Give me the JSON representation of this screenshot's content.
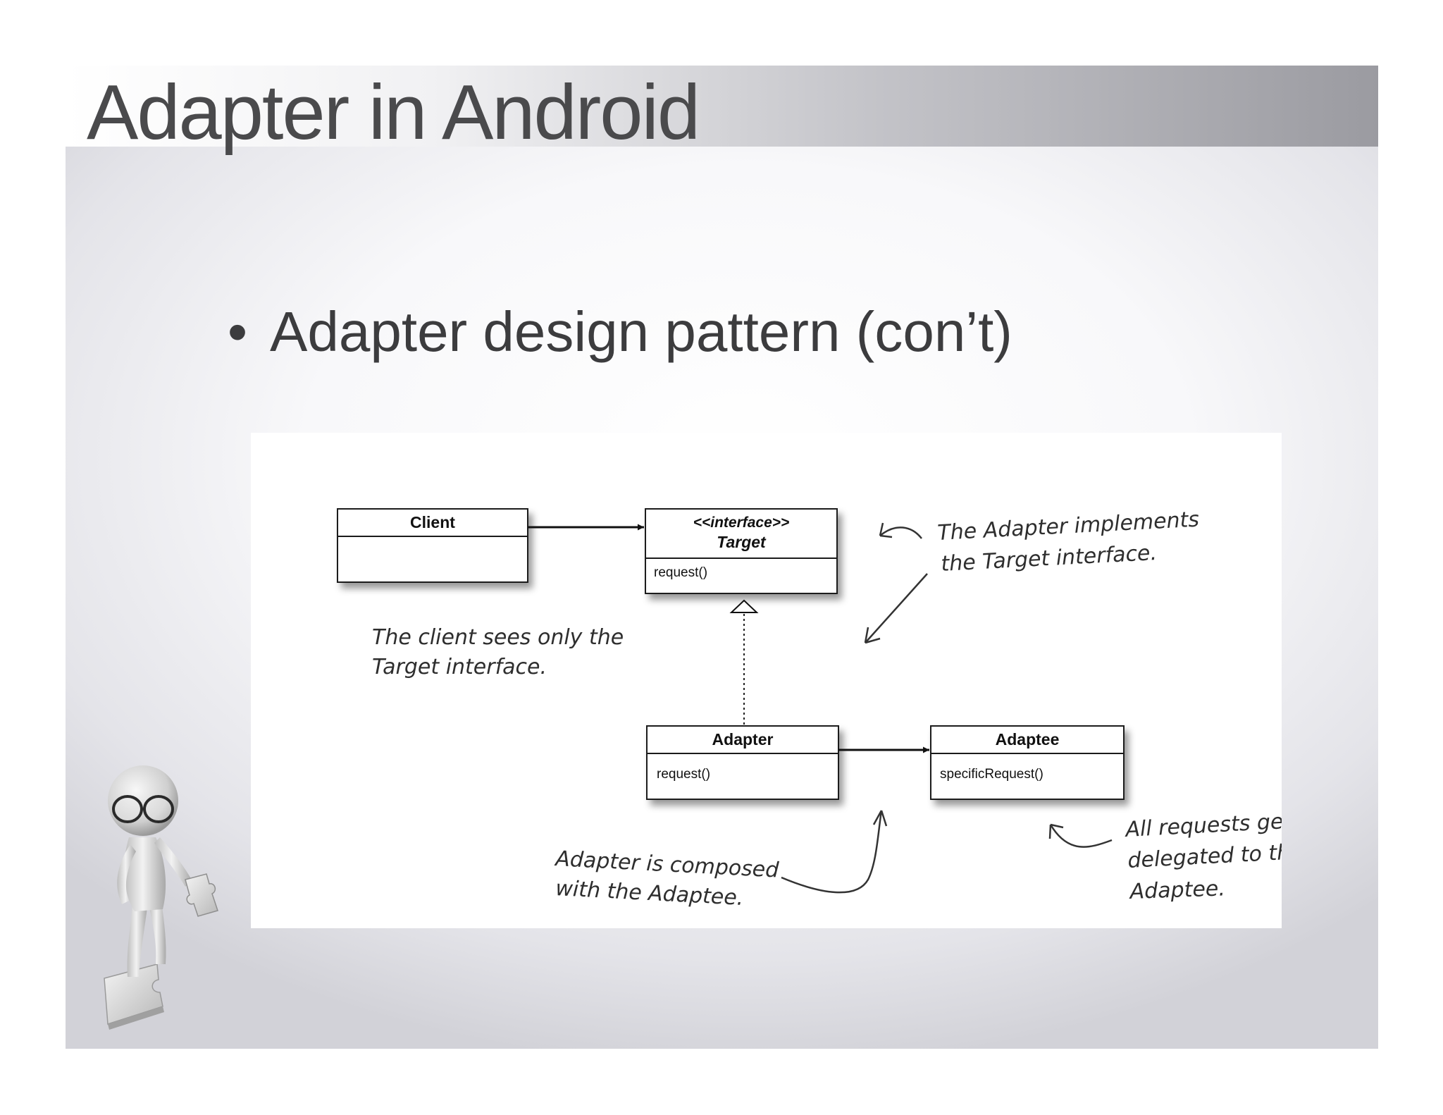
{
  "slide": {
    "title": "Adapter in Android",
    "bullet": "Adapter design pattern (con’t)"
  },
  "diagram": {
    "client": {
      "name": "Client"
    },
    "target": {
      "stereotype": "<<interface>>",
      "name": "Target",
      "method": "request()"
    },
    "adapter": {
      "name": "Adapter",
      "method": "request()"
    },
    "adaptee": {
      "name": "Adaptee",
      "method": "specificRequest()"
    },
    "notes": {
      "client_line1": "The client sees only the",
      "client_line2": "Target interface.",
      "target_line1": "The Adapter implements",
      "target_line2": "the Target interface.",
      "composed_line1": "Adapter is composed",
      "composed_line2": "with the Adaptee.",
      "delegate_line1": "All requests get",
      "delegate_line2": "delegated to the",
      "delegate_line3": "Adaptee."
    }
  },
  "colors": {
    "title_text": "#4a4a4c",
    "uml_stroke": "#1a1a1a",
    "note_text": "#2e2e2e"
  }
}
